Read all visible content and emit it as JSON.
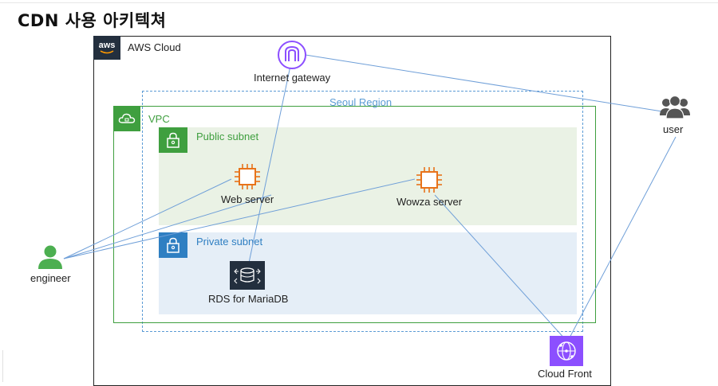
{
  "title": "CDN 사용 아키텍쳐",
  "aws_cloud": {
    "badge": "aws",
    "label": "AWS Cloud"
  },
  "internet_gateway": {
    "label": "Internet gateway"
  },
  "region": {
    "label": "Seoul Region"
  },
  "vpc": {
    "label": "VPC"
  },
  "public_subnet": {
    "label": "Public subnet"
  },
  "private_subnet": {
    "label": "Private subnet"
  },
  "web_server": {
    "label": "Web server"
  },
  "wowza_server": {
    "label": "Wowza server"
  },
  "rds": {
    "label": "RDS for MariaDB"
  },
  "engineer": {
    "label": "engineer"
  },
  "user": {
    "label": "user"
  },
  "cloudfront": {
    "label": "Cloud Front"
  },
  "colors": {
    "ec2": "#e8731a",
    "vpc_green": "#3f9f3f",
    "private_blue": "#2f7fc2",
    "region_dashed": "#5b9bd5",
    "connector": "#6f9fd8",
    "gateway_purple": "#8c4fff",
    "cloudfront_purple": "#8c4fff",
    "person_green": "#4caf50",
    "user_gray": "#555555"
  }
}
